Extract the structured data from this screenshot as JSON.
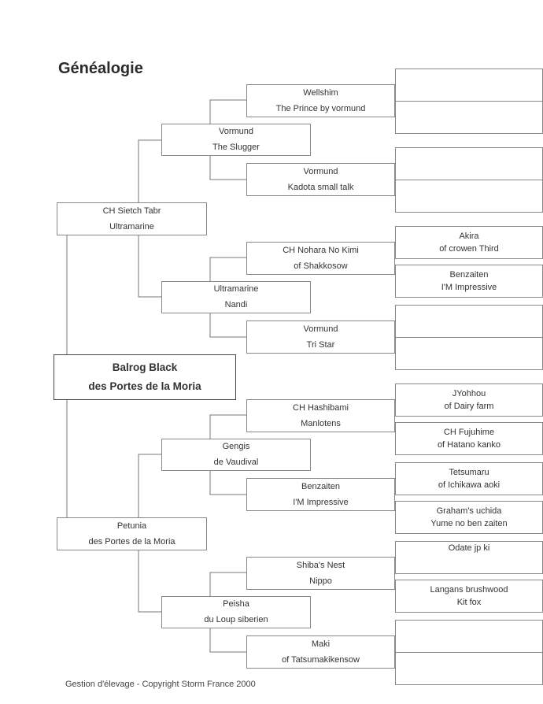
{
  "page": {
    "title": "Généalogie",
    "footer": "Gestion d'élevage  -  Copyright Storm France 2000"
  },
  "pedigree": {
    "subject": {
      "line1": "Balrog Black",
      "line2": "des Portes de la Moria"
    },
    "sire": {
      "line1": "CH Sietch Tabr",
      "line2": "Ultramarine"
    },
    "dam": {
      "line1": "Petunia",
      "line2": "des Portes de la Moria"
    },
    "gen2": [
      {
        "line1": "Vormund",
        "line2": "The Slugger"
      },
      {
        "line1": "Ultramarine",
        "line2": "Nandi"
      },
      {
        "line1": "Gengis",
        "line2": "de Vaudival"
      },
      {
        "line1": "Peisha",
        "line2": "du Loup siberien"
      }
    ],
    "gen3": [
      {
        "line1": "Wellshim",
        "line2": "The Prince by vormund"
      },
      {
        "line1": "Vormund",
        "line2": "Kadota small talk"
      },
      {
        "line1": "CH Nohara No Kimi",
        "line2": "of Shakkosow"
      },
      {
        "line1": "Vormund",
        "line2": "Tri  Star"
      },
      {
        "line1": "CH Hashibami",
        "line2": "Manlotens"
      },
      {
        "line1": "Benzaiten",
        "line2": "I'M Impressive"
      },
      {
        "line1": "Shiba's Nest",
        "line2": "Nippo"
      },
      {
        "line1": "Maki",
        "line2": "of Tatsumakikensow"
      }
    ],
    "gen4": [
      {
        "line1": "",
        "line2": ""
      },
      {
        "line1": "",
        "line2": ""
      },
      {
        "line1": "",
        "line2": ""
      },
      {
        "line1": "",
        "line2": ""
      },
      {
        "line1": "Akira",
        "line2": "of crowen Third"
      },
      {
        "line1": "Benzaiten",
        "line2": "I'M Impressive"
      },
      {
        "line1": "",
        "line2": ""
      },
      {
        "line1": "",
        "line2": ""
      },
      {
        "line1": "JYohhou",
        "line2": "of Dairy farm"
      },
      {
        "line1": "CH Fujuhime",
        "line2": "of Hatano kanko"
      },
      {
        "line1": "Tetsumaru",
        "line2": "of Ichikawa aoki"
      },
      {
        "line1": "Graham's uchida",
        "line2": "Yume no ben zaiten"
      },
      {
        "line1": "Odate jp ki",
        "line2": ""
      },
      {
        "line1": "Langans brushwood",
        "line2": "Kit fox"
      },
      {
        "line1": "",
        "line2": ""
      },
      {
        "line1": "",
        "line2": ""
      }
    ]
  }
}
